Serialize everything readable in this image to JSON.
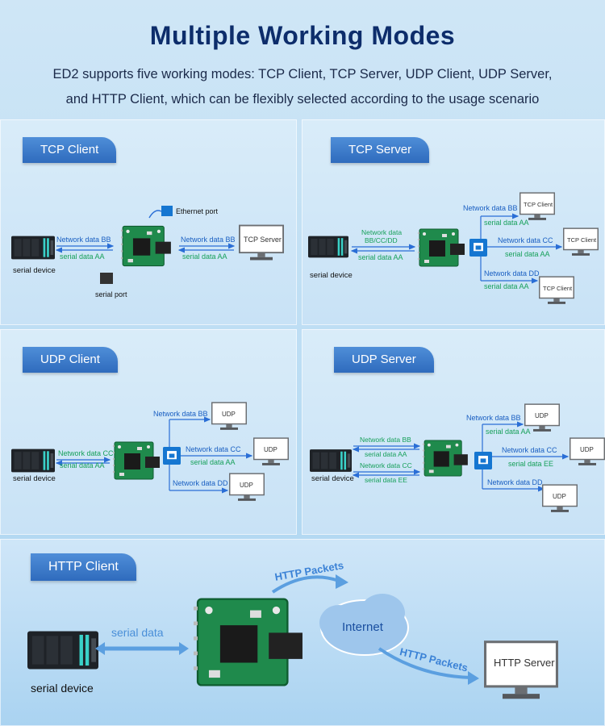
{
  "header": {
    "title": "Multiple Working Modes",
    "subtitle_line1": "ED2 supports five working modes: TCP Client, TCP Server, UDP Client, UDP Server,",
    "subtitle_line2": "and HTTP Client, which can be flexibly selected according to the usage scenario"
  },
  "tcp_client": {
    "tag": "TCP Client",
    "ethernet_port": "Ethernet port",
    "net_bb_left": "Network data BB",
    "serial_aa_left": "serial data AA",
    "net_bb_right": "Network data BB",
    "serial_aa_right": "serial data AA",
    "server_label": "TCP Server",
    "serial_device": "serial device",
    "serial_port": "serial port"
  },
  "tcp_server": {
    "tag": "TCP Server",
    "net_left_1": "Network data",
    "net_left_2": "BB/CC/DD",
    "serial_left": "serial data AA",
    "net_bb": "Network data BB",
    "serial_aa_1": "serial data AA",
    "net_cc": "Network data CC",
    "serial_aa_2": "serial data AA",
    "net_dd": "Network data DD",
    "serial_aa_3": "serial data AA",
    "client_1": "TCP Client",
    "client_2": "TCP Client",
    "client_3": "TCP Client",
    "serial_device": "serial device"
  },
  "udp_client": {
    "tag": "UDP Client",
    "net_cc_left": "Network data CC",
    "serial_aa_left": "serial data AA",
    "net_bb": "Network data BB",
    "net_cc": "Network data CC",
    "serial_aa": "serial data AA",
    "net_dd": "Network data DD",
    "udp_1": "UDP",
    "udp_2": "UDP",
    "udp_3": "UDP",
    "serial_device": "serial device"
  },
  "udp_server": {
    "tag": "UDP Server",
    "net_bb_left": "Network data BB",
    "serial_aa_left": "serial data AA",
    "net_cc_left": "Network data CC",
    "serial_ee_left": "serial data EE",
    "net_bb": "Network data BB",
    "serial_aa": "serial data AA",
    "net_cc": "Network data CC",
    "serial_ee": "serial data EE",
    "net_dd": "Network data DD",
    "udp_1": "UDP",
    "udp_2": "UDP",
    "udp_3": "UDP",
    "serial_device": "serial device"
  },
  "http_client": {
    "tag": "HTTP Client",
    "serial_data": "serial data",
    "http_packets_top": "HTTP Packets",
    "http_packets_bottom": "HTTP Packets",
    "internet": "Internet",
    "server_label": "HTTP Server",
    "serial_device": "serial device"
  },
  "colors": {
    "title": "#0d2d6b",
    "accent_blue": "#1b6fd0",
    "green_text": "#17a05a",
    "tag_bg": "#3a78c8"
  }
}
